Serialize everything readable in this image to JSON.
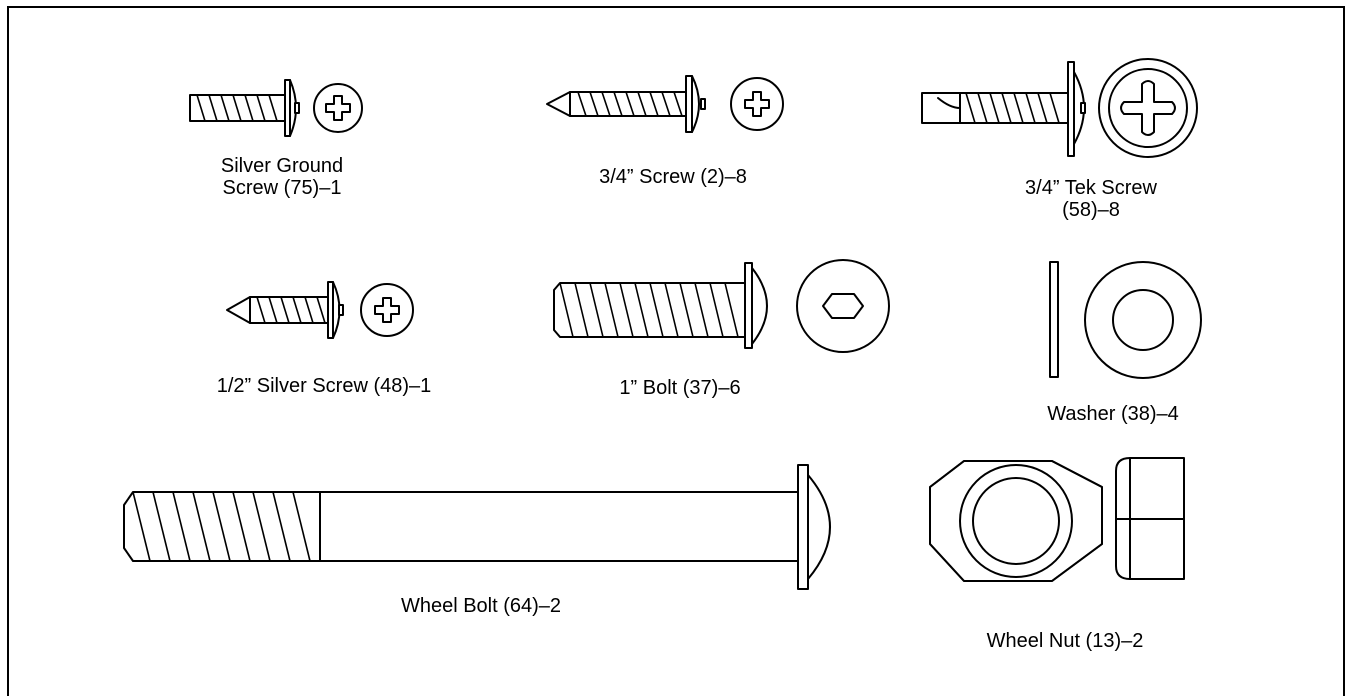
{
  "parts": [
    {
      "name": "silver-ground-screw",
      "label_line1": "Silver Ground",
      "label_line2": "Screw (75)–1"
    },
    {
      "name": "three-quarter-screw",
      "label_line1": "3/4” Screw (2)–8"
    },
    {
      "name": "three-quarter-tek-screw",
      "label_line1": "3/4” Tek Screw",
      "label_line2": "(58)–8"
    },
    {
      "name": "half-inch-silver-screw",
      "label_line1": "1/2” Silver Screw (48)–1"
    },
    {
      "name": "one-inch-bolt",
      "label_line1": "1” Bolt (37)–6"
    },
    {
      "name": "washer",
      "label_line1": "Washer (38)–4"
    },
    {
      "name": "wheel-bolt",
      "label_line1": "Wheel Bolt (64)–2"
    },
    {
      "name": "wheel-nut",
      "label_line1": "Wheel Nut (13)–2"
    }
  ]
}
